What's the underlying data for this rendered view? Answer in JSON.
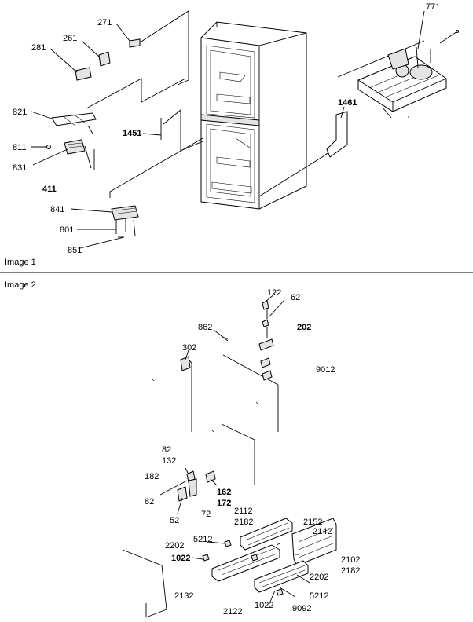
{
  "captions": {
    "image1": "Image 1",
    "image2": "Image 2"
  },
  "image1_labels": {
    "l271": "271",
    "l261": "261",
    "l281": "281",
    "l771": "771",
    "l821": "821",
    "l811": "811",
    "l831": "831",
    "l411": "411",
    "l1451": "1451",
    "l1461": "1461",
    "l841": "841",
    "l801": "801",
    "l851": "851"
  },
  "image2_labels": {
    "l122": "122",
    "l62": "62",
    "l862": "862",
    "l202": "202",
    "l302": "302",
    "l9012": "9012",
    "l82a": "82",
    "l132": "132",
    "l182": "182",
    "l82b": "82",
    "l162": "162",
    "l172": "172",
    "l52": "52",
    "l72": "72",
    "l2112": "2112",
    "l2182a": "2182",
    "l2152": "2152",
    "l2142": "2142",
    "l5212a": "5212",
    "l2202a": "2202",
    "l1022a": "1022",
    "l2102": "2102",
    "l2182b": "2182",
    "l2202b": "2202",
    "l2132": "2132",
    "l5212b": "5212",
    "l2122": "2122",
    "l1022b": "1022",
    "l9092": "9092"
  }
}
